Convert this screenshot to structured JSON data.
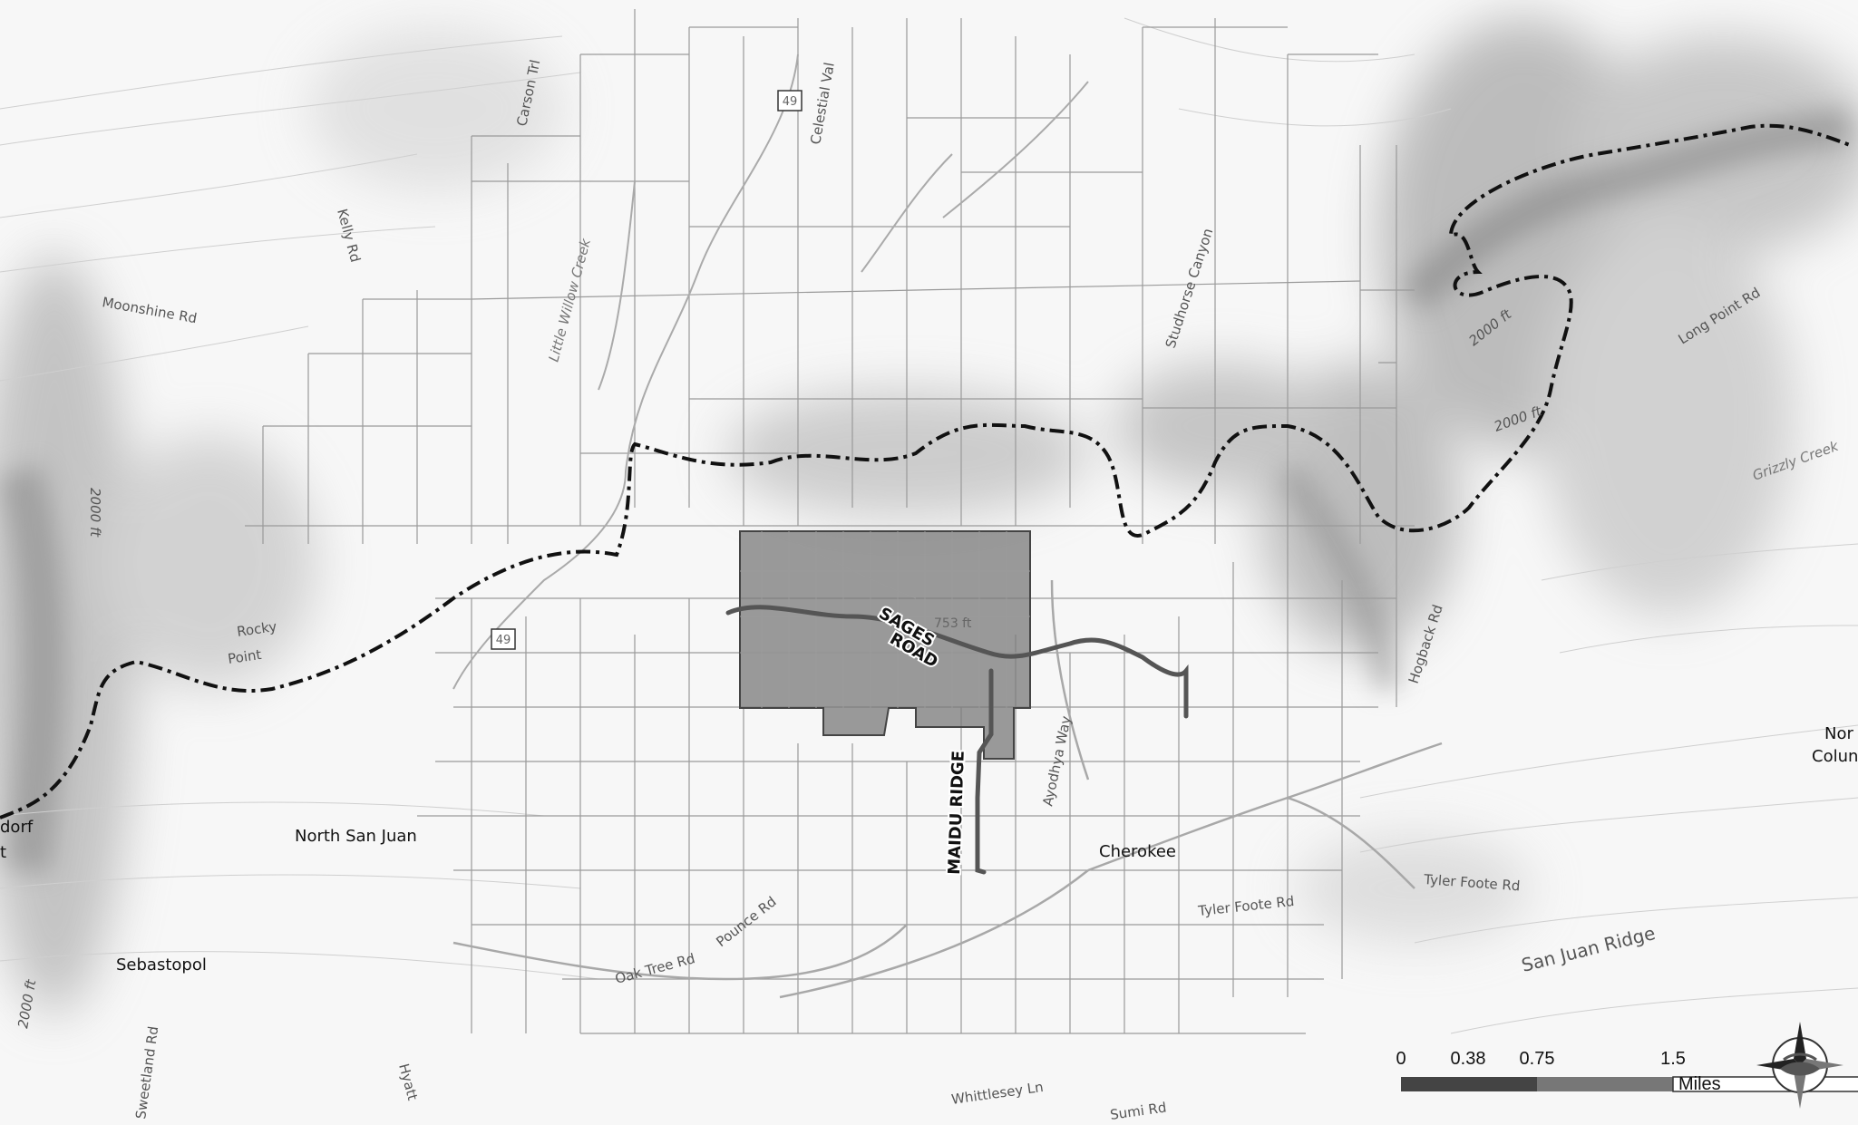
{
  "places": {
    "north_san_juan": "North San Juan",
    "sebastopol": "Sebastopol",
    "cherokee": "Cherokee",
    "rocky": "Rocky",
    "point": "Point",
    "nor": "Nor",
    "colun": "Colun",
    "dorf": "dorf",
    "t": "t"
  },
  "roads": {
    "kelly": "Kelly Rd",
    "moonshine": "Moonshine Rd",
    "carson": "Carson Trl",
    "celestial": "Celestial Val",
    "ayodhya": "Ayodhya Way",
    "tyler_foote": "Tyler Foote Rd",
    "tyler_foote_2": "Tyler Foote Rd",
    "hogback": "Hogback Rd",
    "long_point": "Long Point Rd",
    "sweetland": "Sweetland Rd",
    "hyatt": "Hyatt",
    "whittlesey": "Whittlesey Ln",
    "sumi": "Sumi Rd",
    "oak_tree": "Oak Tree Rd",
    "pounce": "Pounce Rd"
  },
  "highway_shield": "49",
  "highway_shield_2": "49",
  "water": {
    "studhorse": "Studhorse Canyon",
    "little_willow": "Little Willow Creek",
    "grizzly": "Grizzly Creek"
  },
  "ridge": "San Juan Ridge",
  "contours": {
    "c1": "2000 ft",
    "c2": "2000 ft",
    "c3": "2000 ft",
    "c4": "2000 ft",
    "elev": "753 ft"
  },
  "routes": {
    "sages_1": "SAGES",
    "sages_2": "ROAD",
    "maidu": "MAIDU RIDGE"
  },
  "scale": {
    "t0": "0",
    "t1": "0.38",
    "t2": "0.75",
    "t3": "1.5",
    "unit": "Miles"
  },
  "colors": {
    "study_area_fill": "#7a7a7a",
    "route": "#555555",
    "boundary": "#111111",
    "parcel_line": "#999999"
  },
  "icons": {
    "north_arrow": "compass-rose-icon"
  }
}
